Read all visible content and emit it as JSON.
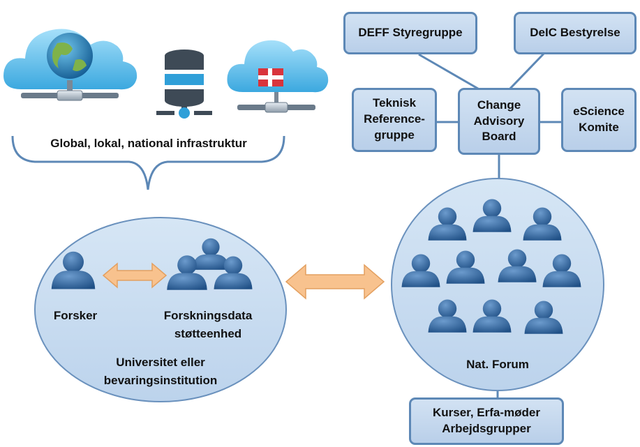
{
  "infrastructure": {
    "label": "Global, lokal, national infrastruktur",
    "icons": [
      "globe-cloud-server-icon",
      "database-icon",
      "danish-flag-cloud-server-icon"
    ]
  },
  "university": {
    "forsker": "Forsker",
    "stotteenhed": "Forskningsdata\nstøtteenhed",
    "caption": "Universitet eller\nbevaringsinstitution"
  },
  "forum": {
    "caption": "Nat. Forum"
  },
  "boxes": {
    "deff": "DEFF Styregruppe",
    "deic": "DeIC Bestyrelse",
    "teknisk": "Teknisk\nReference-\ngruppe",
    "cab": "Change\nAdvisory\nBoard",
    "escience": "eScience\nKomite",
    "kurser": "Kurser, Erfa-møder\nArbejdsgrupper"
  },
  "colors": {
    "box_fill": "#c5d9f1",
    "box_border": "#5d88b6",
    "circle_fill": "#c9dcef",
    "person": "#2e5f94",
    "arrow": "#f7c089",
    "cloud": "#5cb8e6"
  }
}
